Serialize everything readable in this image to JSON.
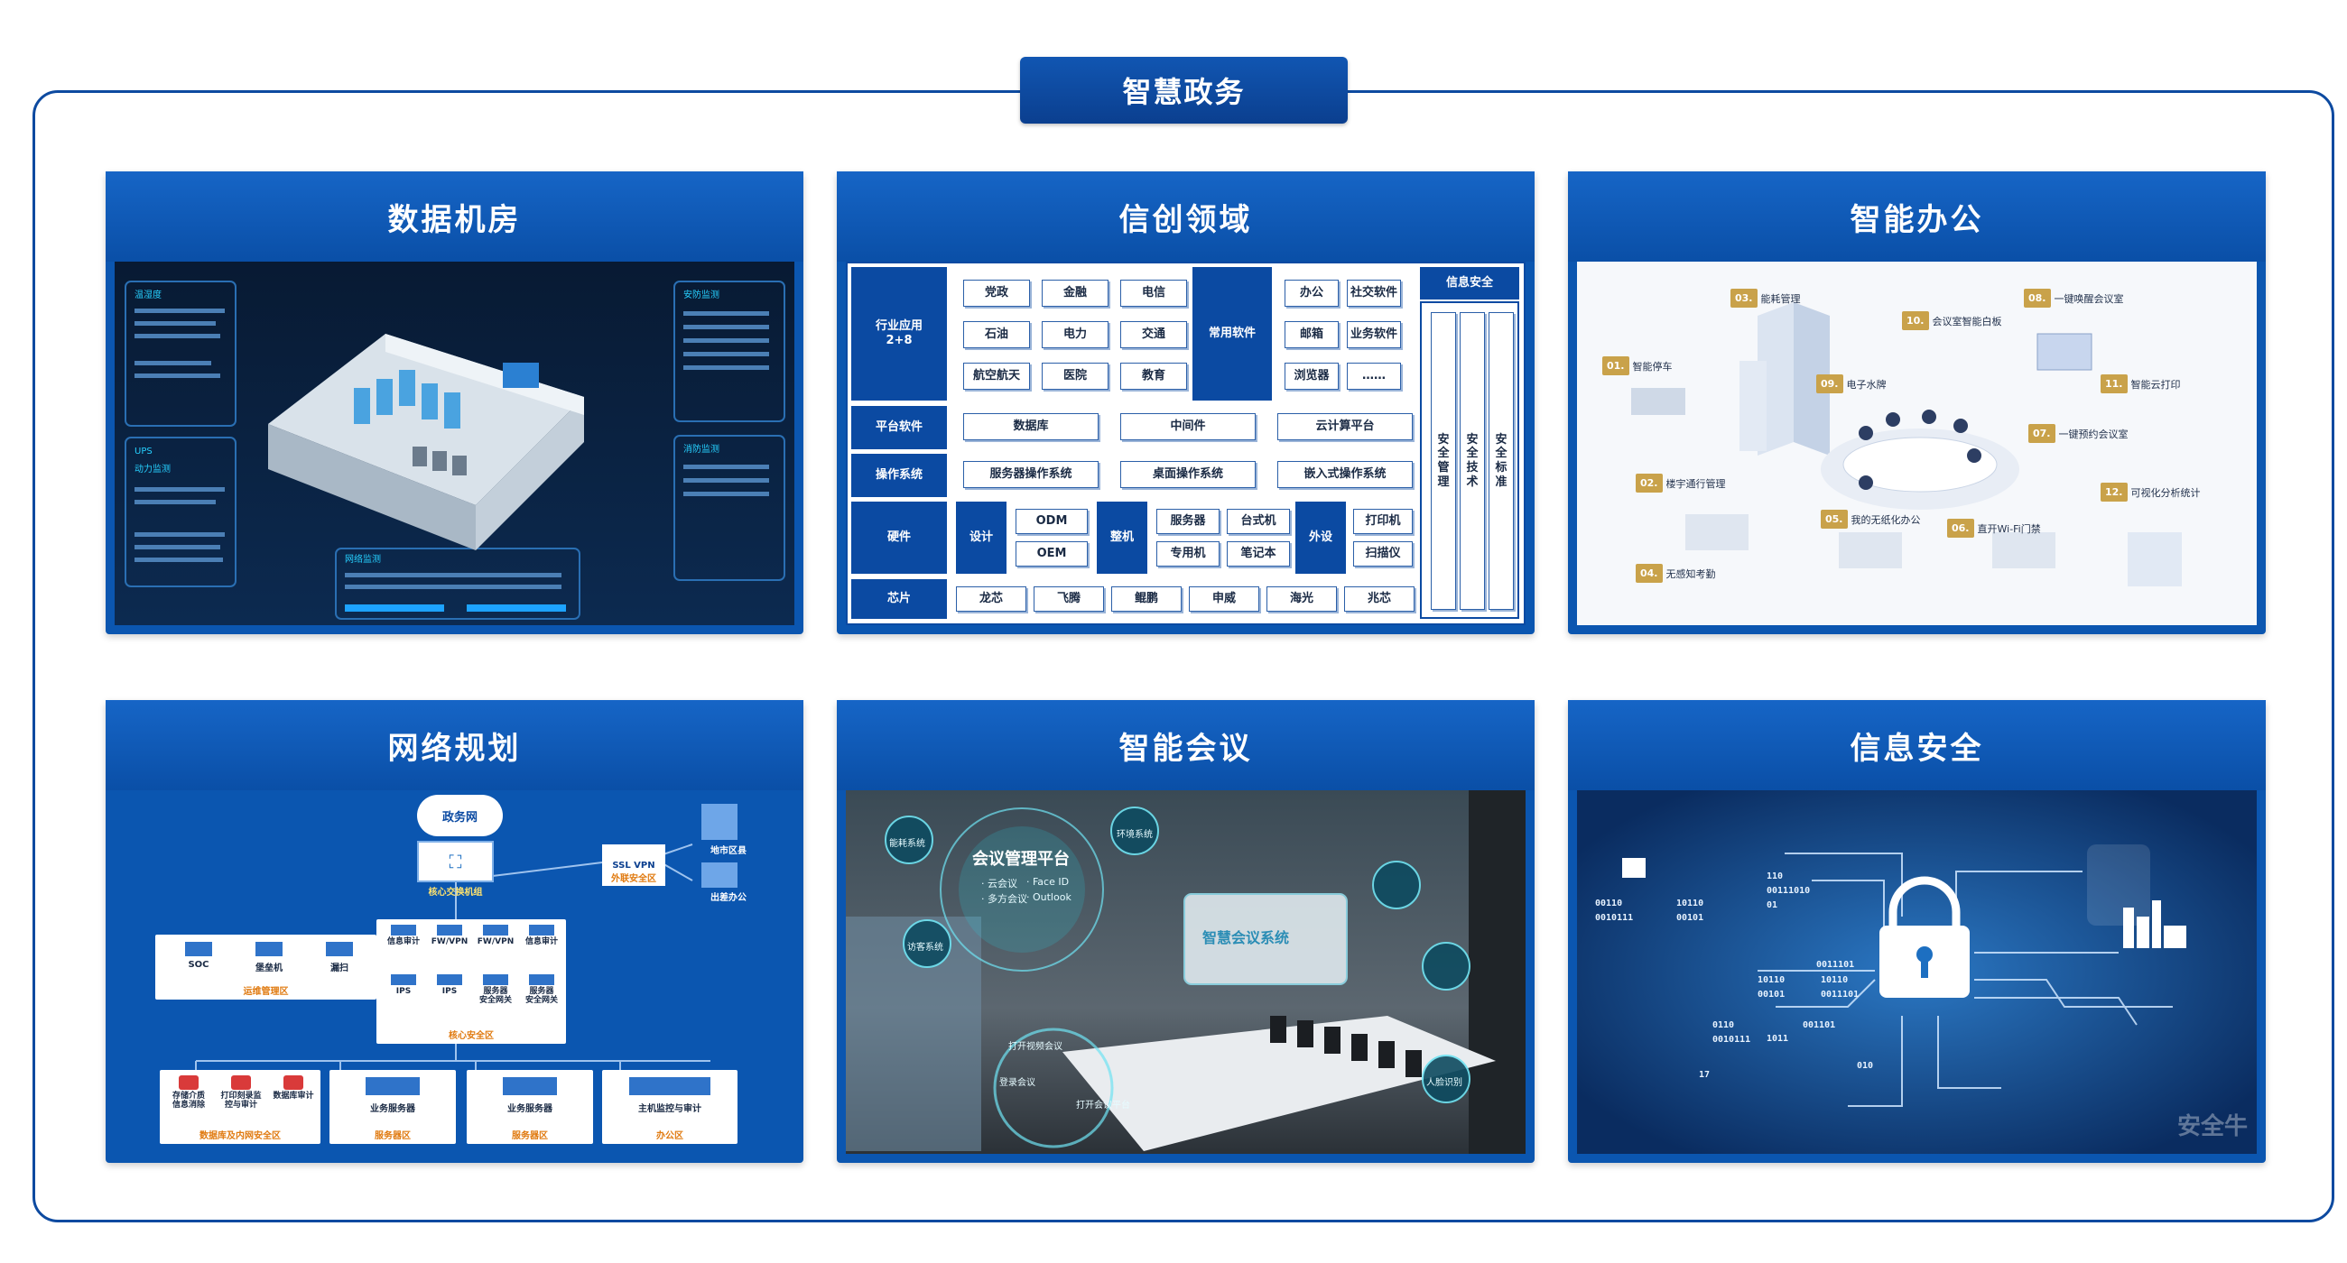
{
  "main_title": "智慧政务",
  "panels": {
    "datacenter": {
      "title": "数据机房",
      "left_cards": [
        "温湿度",
        "UPS",
        "动力监测"
      ],
      "right_cards": [
        "安防监测",
        "消防监测"
      ],
      "bottom_card": "网络监测"
    },
    "xinchuang": {
      "title": "信创领域",
      "industry": {
        "label": "行业应用\n2+8",
        "items": [
          "党政",
          "金融",
          "电信",
          "石油",
          "电力",
          "交通",
          "航空航天",
          "医院",
          "教育"
        ]
      },
      "common": {
        "label": "常用软件",
        "items": [
          "办公",
          "社交软件",
          "邮箱",
          "业务软件",
          "浏览器",
          "……"
        ]
      },
      "security": {
        "title": "信息安全",
        "cols": [
          "安\n全\n管\n理",
          "安\n全\n技\n术",
          "安\n全\n标\n准"
        ]
      },
      "platform": {
        "label": "平台软件",
        "items": [
          "数据库",
          "中间件",
          "云计算平台"
        ]
      },
      "os": {
        "label": "操作系统",
        "items": [
          "服务器操作系统",
          "桌面操作系统",
          "嵌入式操作系统"
        ]
      },
      "hardware": {
        "label": "硬件",
        "design": "设计",
        "design_items": [
          "ODM",
          "OEM"
        ],
        "whole": "整机",
        "whole_items": [
          "服务器",
          "台式机",
          "专用机",
          "笔记本"
        ],
        "peripheral": "外设",
        "peripheral_items": [
          "打印机",
          "扫描仪"
        ]
      },
      "chip": {
        "label": "芯片",
        "items": [
          "龙芯",
          "飞腾",
          "鲲鹏",
          "申威",
          "海光",
          "兆芯"
        ]
      }
    },
    "office": {
      "title": "智能办公",
      "features": [
        {
          "num": "01.",
          "label": "智能停车"
        },
        {
          "num": "02.",
          "label": "楼宇通行管理"
        },
        {
          "num": "03.",
          "label": "能耗管理"
        },
        {
          "num": "04.",
          "label": "无感知考勤"
        },
        {
          "num": "05.",
          "label": "我的无纸化办公"
        },
        {
          "num": "06.",
          "label": "直开Wi-Fi门禁"
        },
        {
          "num": "07.",
          "label": "一键预约会议室"
        },
        {
          "num": "08.",
          "label": "一键唤醒会议室"
        },
        {
          "num": "09.",
          "label": "电子水牌"
        },
        {
          "num": "10.",
          "label": "会议室智能白板"
        },
        {
          "num": "11.",
          "label": "智能云打印"
        },
        {
          "num": "12.",
          "label": "可视化分析统计"
        }
      ]
    },
    "network": {
      "title": "网络规划",
      "cloud": "政务网",
      "core_switch": "核心交换机组",
      "ssl_vpn": "SSL VPN",
      "dmz": "外联安全区",
      "city_area": "地市区县",
      "remote_office": "出差办公",
      "ops_items": [
        "SOC",
        "堡垒机",
        "漏扫"
      ],
      "ops_zone": "运维管理区",
      "core_devices": [
        "信息审计",
        "FW/VPN",
        "FW/VPN",
        "信息审计",
        "IPS",
        "IPS",
        "服务器\n安全网关",
        "服务器\n安全网关"
      ],
      "core_zone": "核心安全区",
      "db_items": [
        "存储介质\n信息消除",
        "打印刻录监\n控与审计",
        "数据库审计"
      ],
      "db_zone": "数据库及内网安全区",
      "server_label": "业务服务器",
      "server_zone": "服务器区",
      "office_device": "主机监控与审计",
      "office_zone": "办公区"
    },
    "meeting": {
      "title": "智能会议",
      "platform": "会议管理平台",
      "platform_sub": [
        "· 云会议",
        "· 多方会议",
        "· Face ID",
        "· Outlook"
      ],
      "nodes": [
        "能耗系统",
        "访客系统",
        "环境系统",
        "人脸识别",
        "打开视频会议",
        "登录会议",
        "打开会议平台"
      ],
      "screen": "智慧会议系统"
    },
    "security": {
      "title": "信息安全",
      "codes": [
        "00110",
        "0010111",
        "10110",
        "00101",
        "110",
        "00111010",
        "01",
        "10110",
        "00101",
        "0110",
        "0010111",
        "1011",
        "001101",
        "10110",
        "0011101",
        "0011101",
        "010",
        "17"
      ],
      "watermark": "安全牛"
    }
  }
}
